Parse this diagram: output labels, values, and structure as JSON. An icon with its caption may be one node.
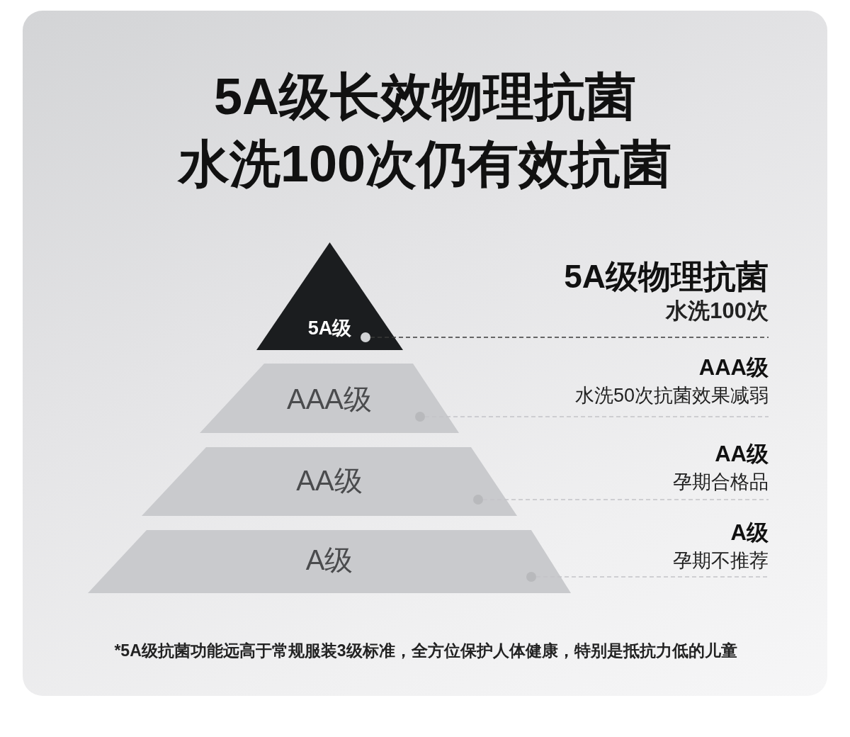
{
  "diagram": {
    "title": "5A级长效物理抗菌水洗100次仍有效抗菌",
    "nodes": [
      {
        "text": [
          "5A级"
        ]
      },
      {
        "text": [],
        "shape": "circle",
        "in": 0
      },
      {
        "text": [
          "5A级物理抗菌",
          "水洗100次"
        ]
      },
      {
        "text": [
          "AAA级"
        ]
      },
      {
        "text": [],
        "shape": "circle",
        "in": 3
      },
      {
        "text": [
          "AAA级",
          "水洗50次抗菌效果减弱"
        ]
      },
      {
        "text": [
          "AA级"
        ]
      },
      {
        "text": [],
        "shape": "circle",
        "in": 6
      },
      {
        "text": [
          "AA级",
          "孕期合格品"
        ]
      },
      {
        "text": [
          "A级"
        ]
      },
      {
        "text": [],
        "shape": "circle",
        "in": 9
      },
      {
        "text": [
          "A级",
          "孕期不推荐"
        ]
      }
    ],
    "edges": [
      {
        "from": 1,
        "to": 2,
        "arrow": "none",
        "style": "dashed",
        "color": "#3a3a3a"
      },
      {
        "from": 4,
        "to": 5,
        "arrow": "none",
        "style": "dashed"
      },
      {
        "from": 7,
        "to": 8,
        "arrow": "none",
        "style": "dashed"
      },
      {
        "from": 10,
        "to": 11,
        "arrow": "none",
        "style": "dashed"
      }
    ],
    "labels": [
      "*5A级抗菌功能远高于常规服装3级标准，全方位保护人体健康，特别是抵抗力低的儿童"
    ]
  }
}
